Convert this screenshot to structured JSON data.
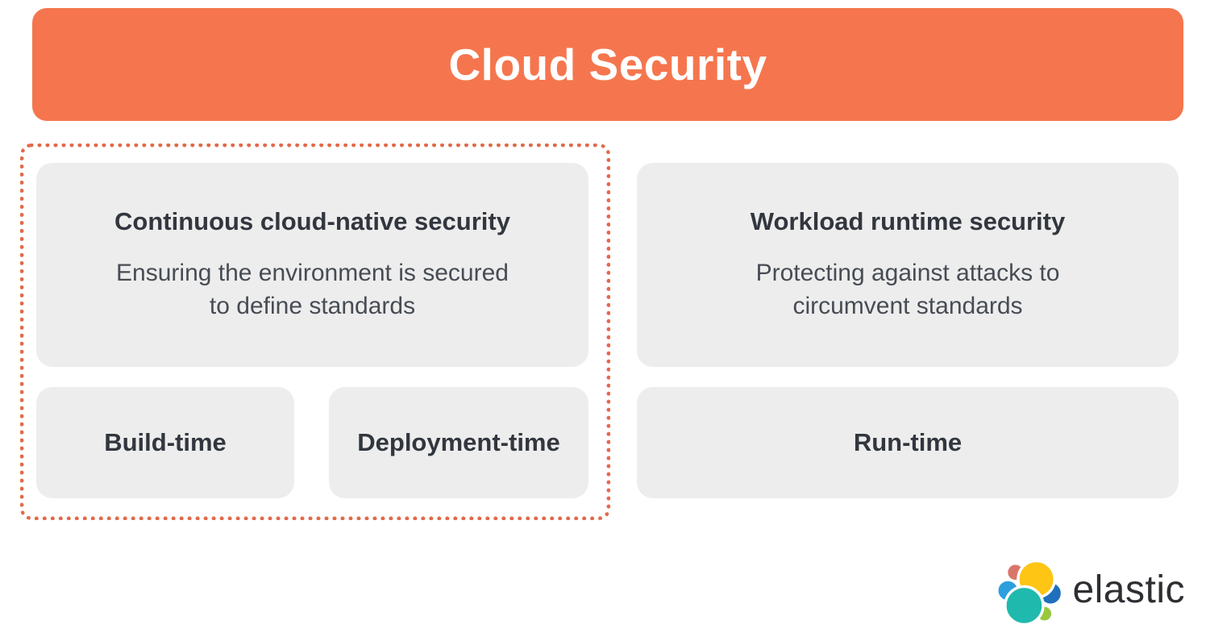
{
  "banner": {
    "title": "Cloud Security",
    "background_color": "#F5764E",
    "text_color": "#FFFFFF"
  },
  "group_outline": {
    "style": "dotted",
    "color": "#E26A4B"
  },
  "cards": {
    "continuous": {
      "title": "Continuous cloud-native security",
      "description": "Ensuring the environment is secured\nto define standards"
    },
    "workload": {
      "title": "Workload runtime security",
      "description": "Protecting against attacks to\ncircumvent standards"
    },
    "build_time": {
      "label": "Build-time"
    },
    "deployment_time": {
      "label": "Deployment-time"
    },
    "run_time": {
      "label": "Run-time"
    }
  },
  "colors": {
    "card_background": "#EDEDED",
    "heading_text": "#32363E",
    "body_text": "#474C54"
  },
  "logo": {
    "brand": "elastic",
    "mark_colors": {
      "yellow": "#FEC514",
      "salmon": "#D9766A",
      "light_blue": "#2D9FDE",
      "teal": "#20B9AE",
      "dark_blue": "#1F70BC",
      "green": "#97C83F"
    }
  }
}
